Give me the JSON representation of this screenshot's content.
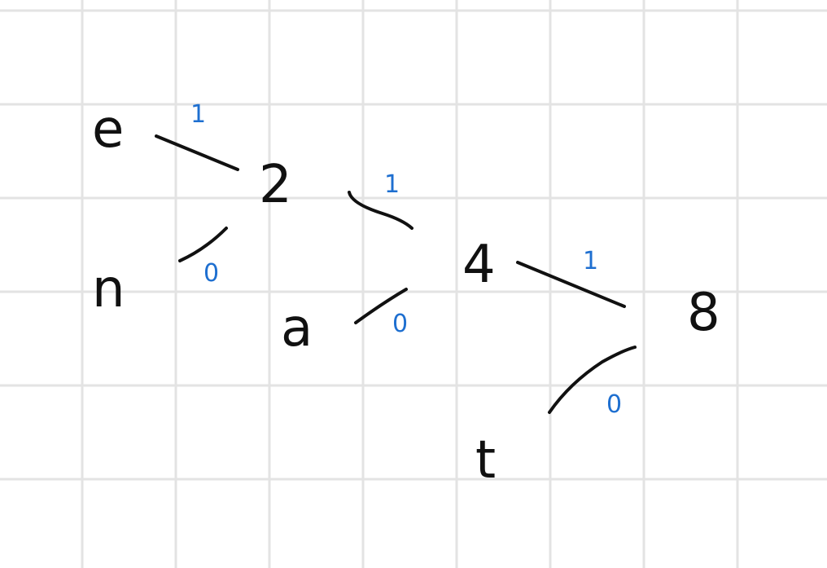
{
  "colors": {
    "background": "#ffffff",
    "grid": "#e3e3e3",
    "ink": "#111111",
    "edge_label": "#1e6fd0"
  },
  "nodes": {
    "e": "e",
    "n": "n",
    "a": "a",
    "t": "t",
    "two": "2",
    "four": "4",
    "eight": "8"
  },
  "edge_labels": {
    "e_to_2": "1",
    "n_to_2": "0",
    "2_to_4": "1",
    "a_to_4": "0",
    "4_to_8": "1",
    "t_to_8": "0"
  }
}
